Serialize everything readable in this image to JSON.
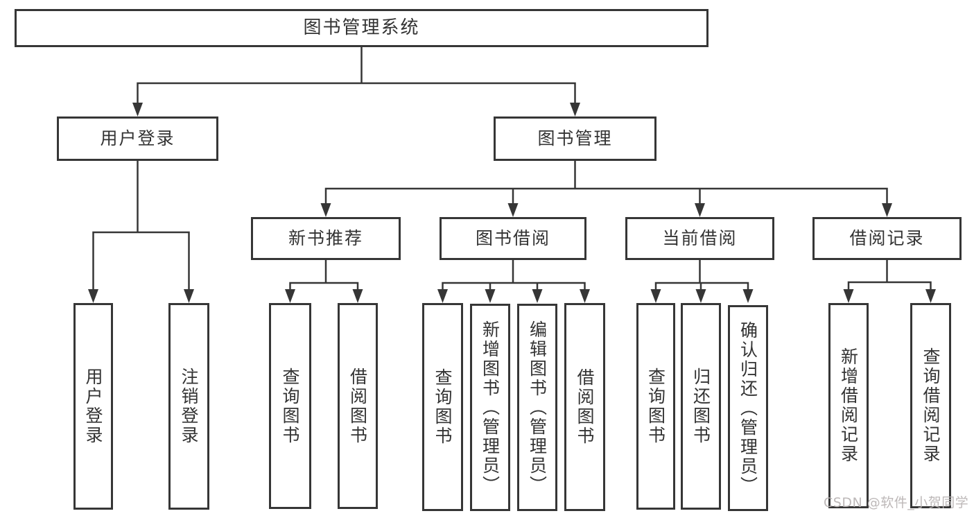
{
  "root": {
    "label": "图书管理系统"
  },
  "branches": [
    {
      "label": "用户登录",
      "leaves": [
        {
          "label": "用户登录"
        },
        {
          "label": "注销登录"
        }
      ]
    },
    {
      "label": "图书管理",
      "groups": [
        {
          "label": "新书推荐",
          "leaves": [
            {
              "label": "查询图书"
            },
            {
              "label": "借阅图书"
            }
          ]
        },
        {
          "label": "图书借阅",
          "leaves": [
            {
              "label": "查询图书"
            },
            {
              "label": "新增图书（管理员）"
            },
            {
              "label": "编辑图书（管理员）"
            },
            {
              "label": "借阅图书"
            }
          ]
        },
        {
          "label": "当前借阅",
          "leaves": [
            {
              "label": "查询图书"
            },
            {
              "label": "归还图书"
            },
            {
              "label": "确认归还（管理员）"
            }
          ]
        },
        {
          "label": "借阅记录",
          "leaves": [
            {
              "label": "新增借阅记录"
            },
            {
              "label": "查询借阅记录"
            }
          ]
        }
      ]
    }
  ],
  "watermark": {
    "text": "CSDN @软件_小贺同学",
    "color": "#b8b3b3"
  },
  "colors": {
    "line": "#363636",
    "text": "#333333",
    "background": "#ffffff"
  }
}
